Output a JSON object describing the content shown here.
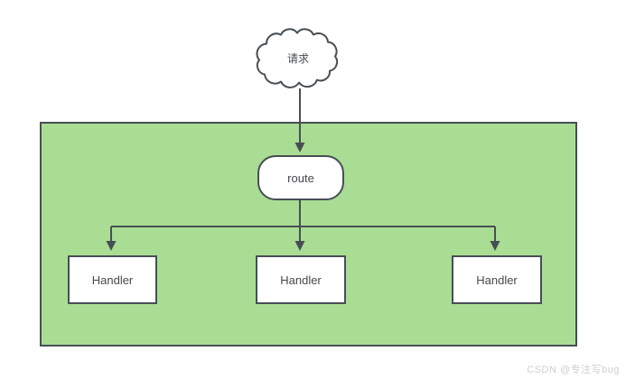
{
  "diagram": {
    "cloud": {
      "label": "请求"
    },
    "route": {
      "label": "route"
    },
    "handlers": [
      {
        "label": "Handler"
      },
      {
        "label": "Handler"
      },
      {
        "label": "Handler"
      }
    ]
  },
  "watermark": {
    "text": "CSDN @专注写bug"
  },
  "colors": {
    "container-fill": "#a9dd93",
    "line": "#474e54",
    "node-fill": "#ffffff",
    "text": "#45494d",
    "watermark": "#cfcfcf",
    "background": "#ffffff"
  }
}
